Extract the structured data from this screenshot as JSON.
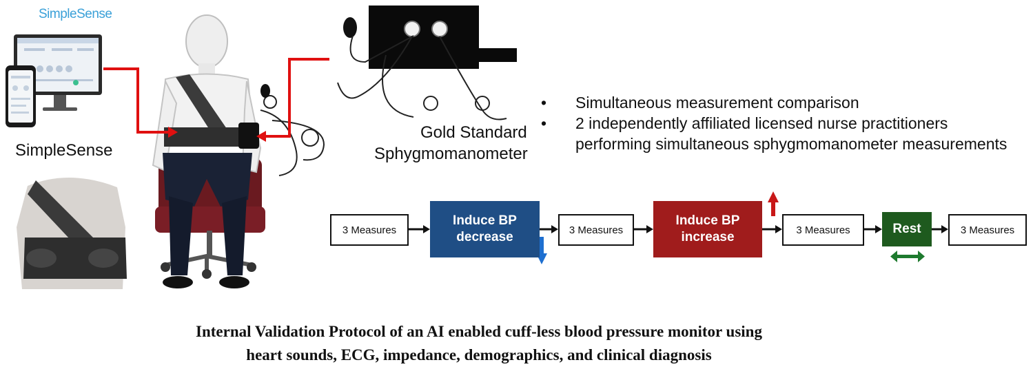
{
  "logo": {
    "text": "SimpleSense"
  },
  "labels": {
    "simplesense": "SimpleSense",
    "gold_standard_line1": "Gold Standard",
    "gold_standard_line2": "Sphygmomanometer"
  },
  "bullets": [
    "Simultaneous measurement comparison",
    "2 independently affiliated licensed nurse practitioners",
    "performing simultaneous sphygmomanometer measurements"
  ],
  "flow": {
    "measures_1": "3 Measures",
    "decrease_line1": "Induce BP",
    "decrease_line2": "decrease",
    "measures_2": "3 Measures",
    "increase_line1": "Induce BP",
    "increase_line2": "increase",
    "measures_3": "3 Measures",
    "rest": "Rest",
    "measures_4": "3 Measures"
  },
  "caption": {
    "line1": "Internal Validation Protocol of an AI enabled cuff-less blood pressure monitor using",
    "line2": "heart sounds, ECG, impedance, demographics, and clinical diagnosis"
  },
  "colors": {
    "decrease_box": "#1f4e85",
    "increase_box": "#a01c1c",
    "rest_box": "#1e5a1e",
    "connector_red": "#e01010",
    "arrow_down_blue": "#1e6fd0",
    "arrow_up_red": "#c81818",
    "arrow_rest_green": "#1e7a2e"
  }
}
